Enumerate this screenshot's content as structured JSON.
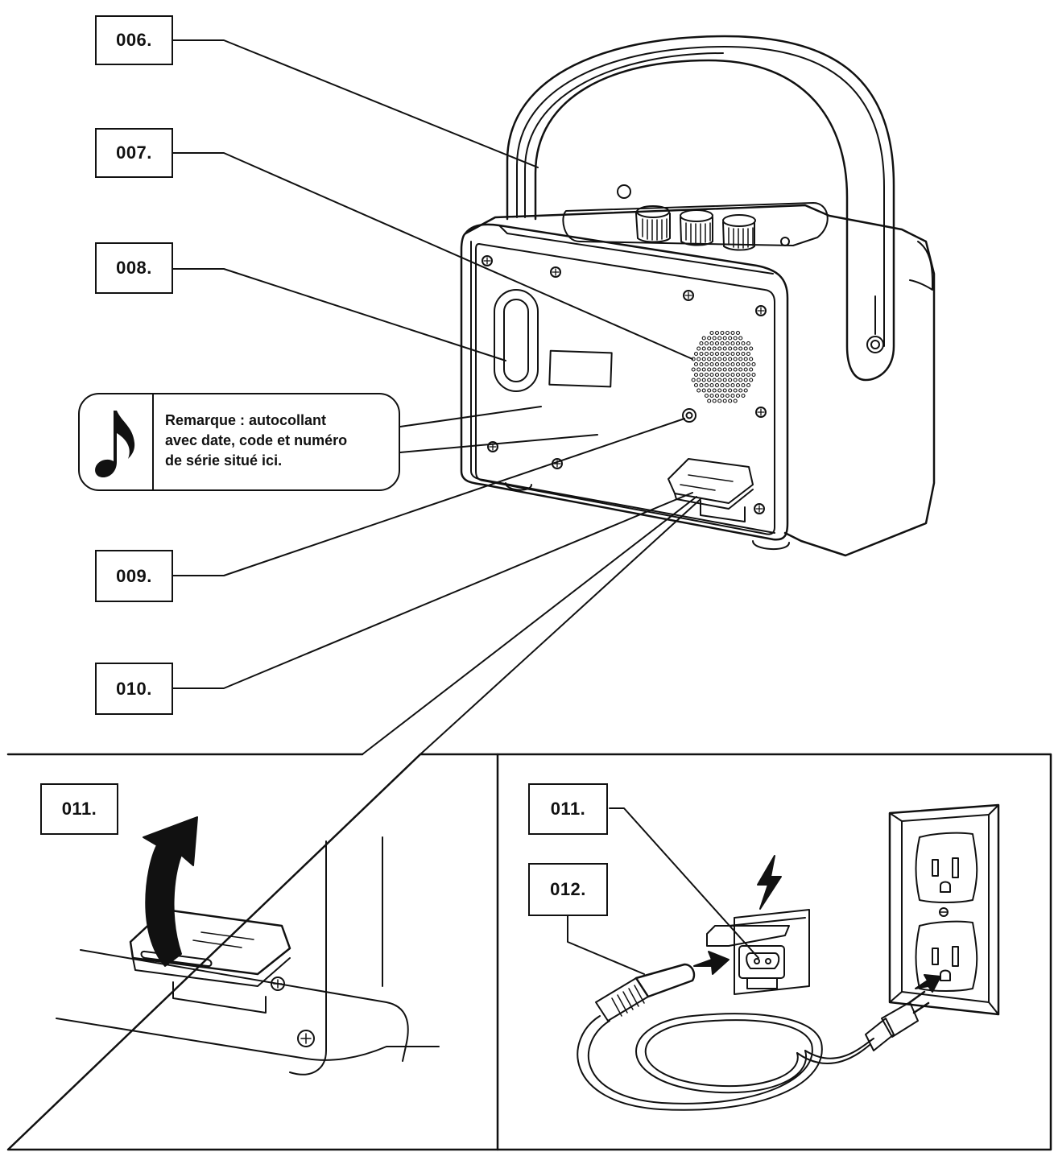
{
  "labels": {
    "l006": "006.",
    "l007": "007.",
    "l008": "008.",
    "l009": "009.",
    "l010": "010.",
    "l011_left": "011.",
    "l011_right": "011.",
    "l012": "012."
  },
  "note": {
    "icon": "music-note-icon",
    "lines": [
      "Remarque : autocollant",
      "avec date, code et numéro",
      "de série situé ici."
    ]
  },
  "colors": {
    "line": "#111111",
    "background": "#ffffff"
  }
}
